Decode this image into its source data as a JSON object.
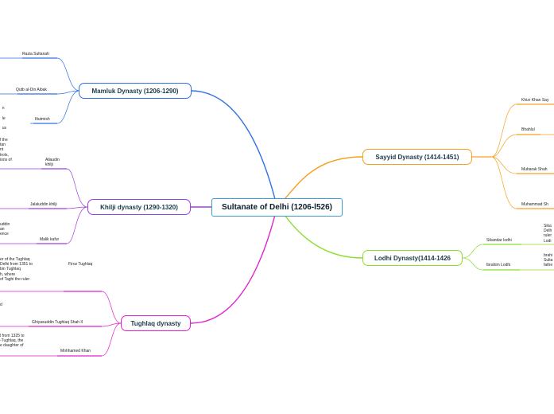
{
  "central": "Sultanate of Delhi (1206-l526)",
  "branches": {
    "mamluk": {
      "title": "Mamluk Dynasty (1206-1290)",
      "color": "#2f6fe8",
      "subs": [
        "Razia Sultanah",
        "Qutb al-Din Aibak",
        "Iltutmish"
      ],
      "notes": [
        "n",
        "le",
        "us"
      ]
    },
    "khilji": {
      "title": "Khilji dynasty (1290-1320)",
      "color": "#9b3fe0",
      "subs": [
        "Allaudin\nkhilji",
        "Jalaluddin khilji",
        "Malik kafur"
      ],
      "notes": [
        "f the\ntan\nnt\ntrols,\nions of",
        "uddin\nan\nence"
      ]
    },
    "tughlaq": {
      "title": "Tughlaq dynasty",
      "color": "#e020d0",
      "subs": [
        "Firoz Tughlaq",
        "Ghiyasuddin Tughlaq Shah II",
        "Mohhamed Khan"
      ],
      "notes": [
        "er of the Tughlaq\nDelhi from 1351 to\nbin Tughlaq\nh, where\nof Taghi the ruler",
        "d",
        "l from 1325 to\n-Tughlaq, the\ne daughter of"
      ]
    },
    "sayyid": {
      "title": "Sayyid Dynasty (1414-1451)",
      "color": "#f5a020",
      "subs": [
        "Khizr Khan Say",
        "Bhahlul",
        "Mubarak Shah",
        "Muhammad Sh"
      ]
    },
    "lodhi": {
      "title": "Lodhi Dynasty(1414-1426",
      "color": "#88e02a",
      "subs": [
        "Sikandar lodhi",
        "Ibrahim Lodhi"
      ],
      "notes": [
        "Sika\nDelh\nruler\nLodi",
        "brahi\nSulta\nfathe"
      ]
    }
  }
}
